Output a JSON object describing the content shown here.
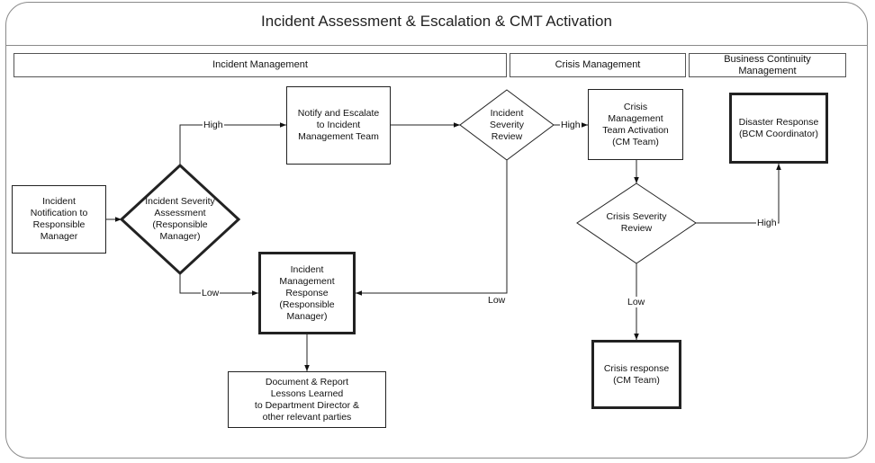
{
  "title": "Incident Assessment & Escalation & CMT Activation",
  "lanes": [
    "Incident Management",
    "Crisis Management",
    "Business Continuity\nManagement"
  ],
  "nodes": {
    "incident_notification": "Incident\nNotification to\nResponsible\nManager",
    "incident_severity_assessment": "Incident Severity\nAssessment\n(Responsible\nManager)",
    "notify_escalate": "Notify and Escalate\nto Incident\nManagement Team",
    "incident_severity_review": "Incident\nSeverity\nReview",
    "incident_mgmt_response": "Incident\nManagement\nResponse\n(Responsible\nManager)",
    "document_report": "Document & Report\nLessons Learned\nto Department Director &\nother relevant parties",
    "cmt_activation": "Crisis\nManagement\nTeam Activation\n(CM Team)",
    "crisis_severity_review": "Crisis Severity\nReview",
    "crisis_response": "Crisis response\n(CM Team)",
    "disaster_response": "Disaster Response\n(BCM Coordinator)"
  },
  "edge_labels": {
    "assessment_high": "High",
    "assessment_low": "Low",
    "review_high": "High",
    "review_low": "Low",
    "crisis_high": "High",
    "crisis_low": "Low"
  }
}
